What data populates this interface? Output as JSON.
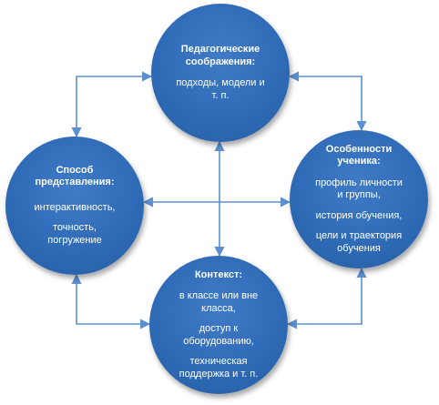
{
  "nodes": {
    "top": {
      "title": "Педагогические\nсоображения:",
      "items": [
        "подходы, модели и\nт. п."
      ]
    },
    "left": {
      "title": "Способ\nпредставления:",
      "items": [
        "интерактивность,",
        "точность,\nпогружение"
      ]
    },
    "right": {
      "title": "Особенности\nученика:",
      "items": [
        "профиль личности\nи группы,",
        "история обучения,",
        "цели и траектория\nобучения"
      ]
    },
    "bottom": {
      "title": "Контекст:",
      "items": [
        "в классе или вне\nкласса,",
        "доступ к\nоборудованию,",
        "техническая\nподдержка и т. п."
      ]
    }
  },
  "colors": {
    "node_fill": "#2f6bb6",
    "connector": "#5b8fd0",
    "text": "#ffffff"
  }
}
